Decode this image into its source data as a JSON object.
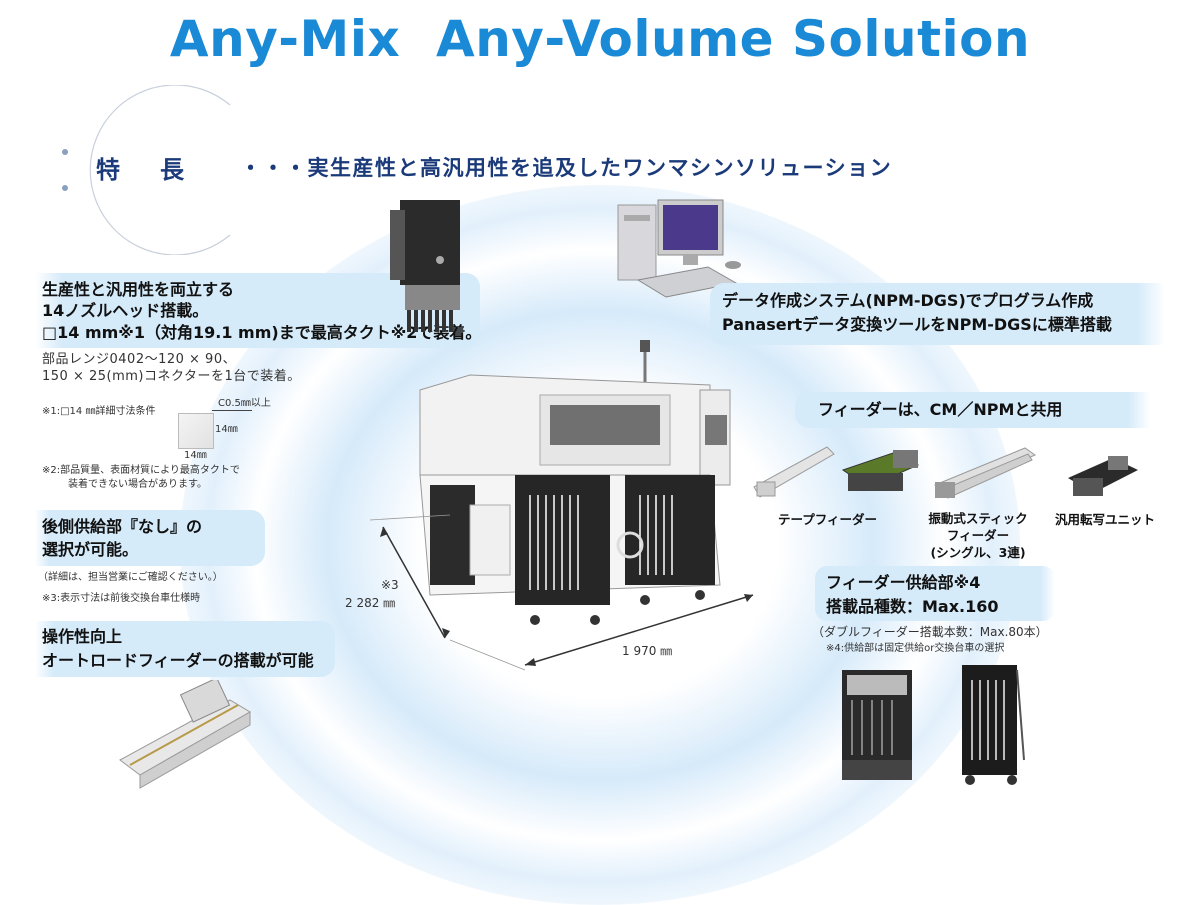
{
  "title": "Any-Mix  Any-Volume Solution",
  "feature": {
    "heading": "特　長",
    "tagline": "・・・実生産性と高汎用性を追及したワンマシンソリューション"
  },
  "head_callout": {
    "line1": "生産性と汎用性を両立する",
    "line2": "14ノズルヘッド搭載。",
    "line3": "□14 mm※1（対角19.1 mm)まで最高タクト※2で装着。",
    "range1": "部品レンジ0402～120 × 90、",
    "range2": "150 × 25(mm)コネクターを1台で装着。",
    "note1": "※1:□14 ㎜詳細寸法条件",
    "detail_corner": "C0.5㎜以上",
    "detail_side": "14㎜",
    "detail_bottom": "14㎜",
    "note2a": "※2:部品質量、表面材質により最高タクトで",
    "note2b": "装着できない場合があります。"
  },
  "rear_callout": {
    "line1": "後側供給部『なし』の",
    "line2": "選択が可能。",
    "note": "（詳細は、担当営業にご確認ください。）",
    "note3": "※3:表示寸法は前後交換台車仕様時"
  },
  "operation_callout": {
    "line1": "操作性向上",
    "line2": "オートロードフィーダーの搭載が可能"
  },
  "data_callout": {
    "line1": "データ作成システム(NPM-DGS)でプログラム作成",
    "line2": "Panasertデータ変換ツールをNPM-DGSに標準搭載"
  },
  "feeder_callout": {
    "line1": "フィーダーは、CM／NPMと共用",
    "labels": [
      "テープフィーダー",
      "振動式スティック\nフィーダー\n(シングル、3連)",
      "汎用転写ユニット"
    ]
  },
  "supply_callout": {
    "line1": "フィーダー供給部※4",
    "line2": "搭載品種数：Max.160",
    "note": "（ダブルフィーダー搭載本数：Max.80本）",
    "note4": "※4:供給部は固定供給or交換台車の選択"
  },
  "dimensions": {
    "depth_note": "※3",
    "depth": "2 282 ㎜",
    "width": "1 970 ㎜"
  },
  "colors": {
    "title": "#1a8ad6",
    "callout": "#d6ebfa",
    "tagline": "#1a3a7a"
  }
}
